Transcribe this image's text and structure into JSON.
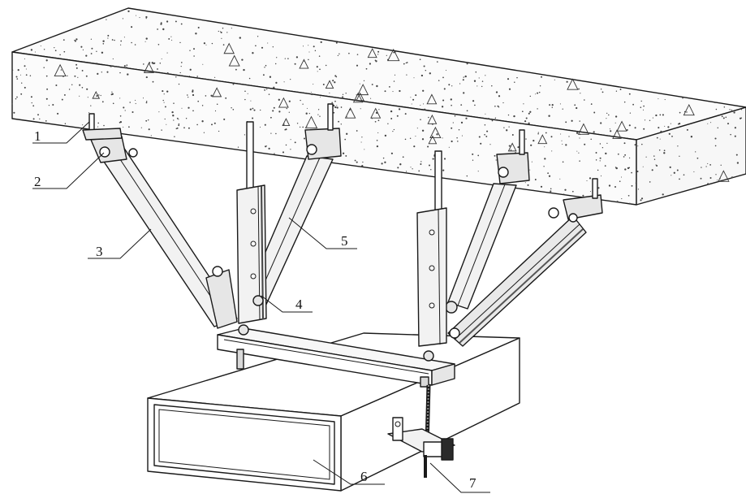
{
  "figure": {
    "description_labels": [],
    "callouts": [
      {
        "id": "1",
        "text": "1"
      },
      {
        "id": "2",
        "text": "2"
      },
      {
        "id": "3",
        "text": "3"
      },
      {
        "id": "4",
        "text": "4"
      },
      {
        "id": "5",
        "text": "5"
      },
      {
        "id": "6",
        "text": "6"
      },
      {
        "id": "7",
        "text": "7"
      }
    ]
  },
  "colors": {
    "ink": "#1a1a1a",
    "concrete": "#fbfbfb",
    "metal": "#f2f2f2",
    "metal_shade": "#d9d9d9",
    "paper": "#ffffff"
  }
}
